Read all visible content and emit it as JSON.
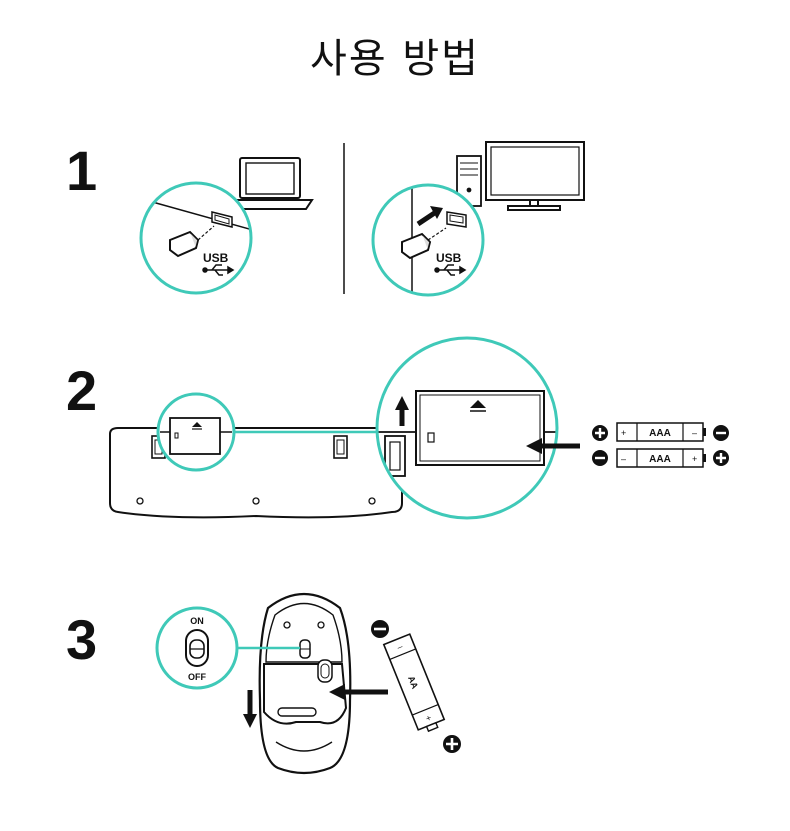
{
  "title": "사용 방법",
  "steps": [
    {
      "number": "1",
      "usb_label": "USB"
    },
    {
      "number": "2",
      "battery_label": "AAA"
    },
    {
      "number": "3",
      "switch_on": "ON",
      "switch_off": "OFF",
      "battery_label": "AA"
    }
  ],
  "colors": {
    "accent": "#3fc9b8",
    "ink": "#111111"
  }
}
